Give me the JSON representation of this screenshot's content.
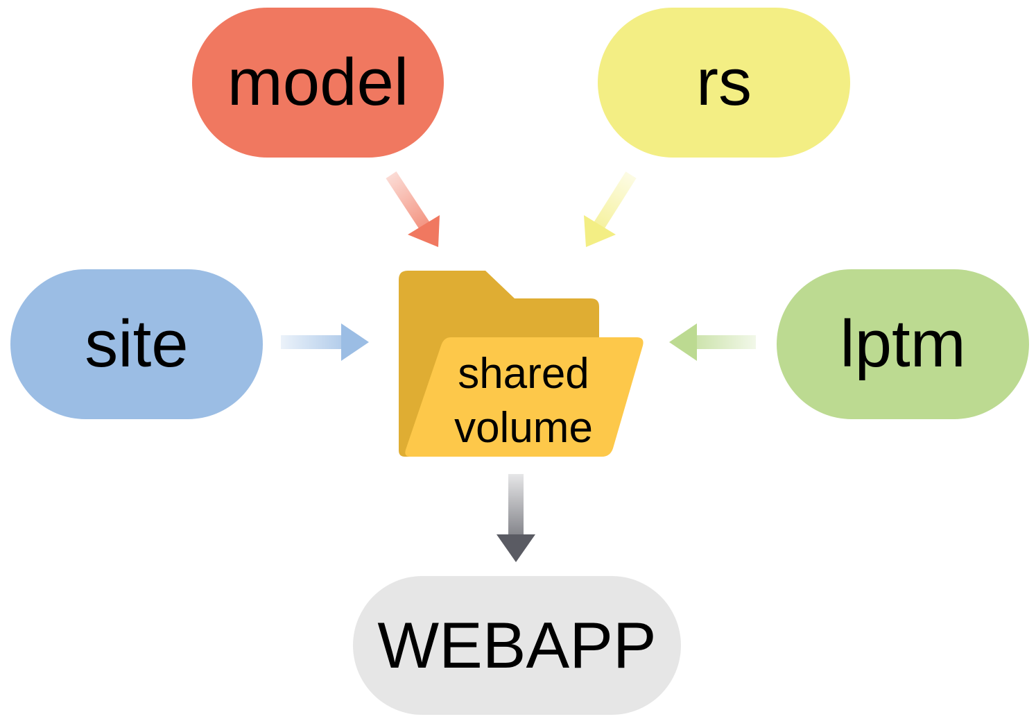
{
  "nodes": {
    "model": {
      "label": "model",
      "color": "#F07860"
    },
    "rs": {
      "label": "rs",
      "color": "#F3EE84"
    },
    "site": {
      "label": "site",
      "color": "#9BBDE4"
    },
    "lptm": {
      "label": "lptm",
      "color": "#BCDA91"
    },
    "webapp": {
      "label": "WEBAPP",
      "color": "#E6E6E6"
    }
  },
  "folder": {
    "line1": "shared",
    "line2": "volume",
    "back_color": "#DFAD33",
    "front_color": "#FDC84A",
    "icon": "folder-icon"
  },
  "arrows": {
    "model_to_folder": "#F07860",
    "rs_to_folder": "#F3EE84",
    "site_to_folder": "#9BBDE4",
    "lptm_to_folder": "#BCDA91",
    "folder_to_webapp": "#5A5B63"
  }
}
